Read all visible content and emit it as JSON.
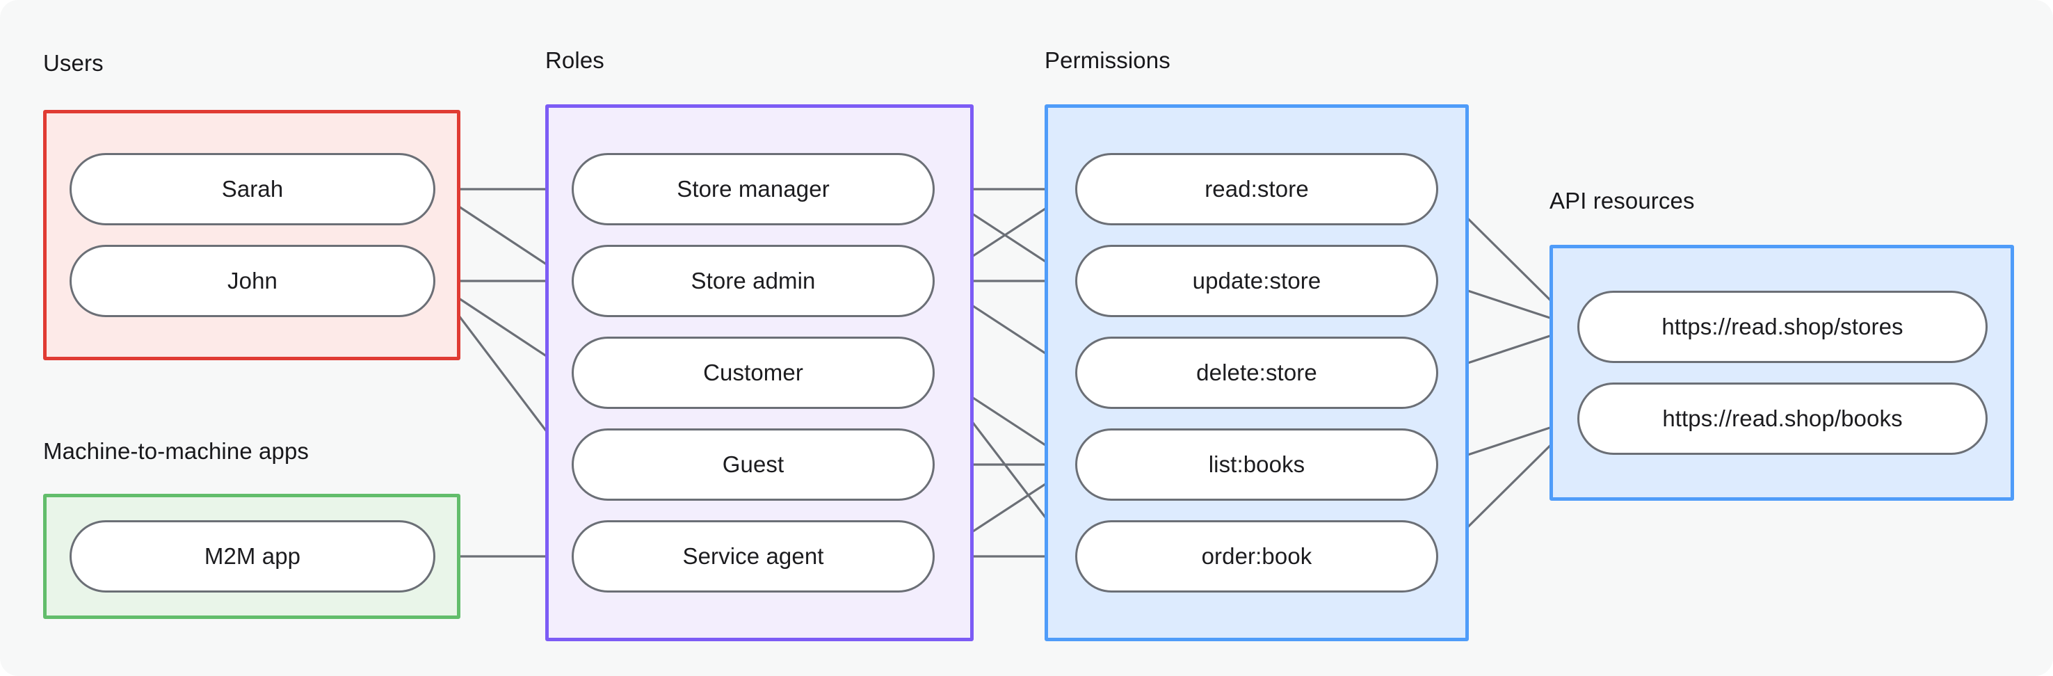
{
  "diagram": {
    "title_hidden": "",
    "background": "#f7f8f8",
    "edge_color": "#6b6f76",
    "groups": [
      {
        "id": "users",
        "label": "Users",
        "accent": "#e03b33",
        "fill": "#fdeae8",
        "nodes": [
          "Sarah",
          "John"
        ]
      },
      {
        "id": "m2m",
        "label": "Machine-to-machine apps",
        "accent": "#62bd6b",
        "fill": "#e9f5e9",
        "nodes": [
          "M2M app"
        ]
      },
      {
        "id": "roles",
        "label": "Roles",
        "accent": "#7c5cf5",
        "fill": "#f3eefd",
        "nodes": [
          "Store manager",
          "Store admin",
          "Customer",
          "Guest",
          "Service agent"
        ]
      },
      {
        "id": "permissions",
        "label": "Permissions",
        "accent": "#4f9cf9",
        "fill": "#ddebfe",
        "nodes": [
          "read:store",
          "update:store",
          "delete:store",
          "list:books",
          "order:book"
        ]
      },
      {
        "id": "api",
        "label": "API resources",
        "accent": "#4f9cf9",
        "fill": "#ddebfe",
        "nodes": [
          "https://read.shop/stores",
          "https://read.shop/books"
        ]
      }
    ],
    "edges": [
      {
        "from": "Sarah",
        "to": "Store manager"
      },
      {
        "from": "Sarah",
        "to": "Store admin"
      },
      {
        "from": "John",
        "to": "Store admin"
      },
      {
        "from": "John",
        "to": "Customer"
      },
      {
        "from": "John",
        "to": "Guest"
      },
      {
        "from": "M2M app",
        "to": "Service agent"
      },
      {
        "from": "Store manager",
        "to": "read:store"
      },
      {
        "from": "Store manager",
        "to": "update:store"
      },
      {
        "from": "Store admin",
        "to": "read:store"
      },
      {
        "from": "Store admin",
        "to": "update:store"
      },
      {
        "from": "Store admin",
        "to": "delete:store"
      },
      {
        "from": "Customer",
        "to": "list:books"
      },
      {
        "from": "Customer",
        "to": "order:book"
      },
      {
        "from": "Guest",
        "to": "list:books"
      },
      {
        "from": "Service agent",
        "to": "list:books"
      },
      {
        "from": "Service agent",
        "to": "order:book"
      },
      {
        "from": "read:store",
        "to": "https://read.shop/stores"
      },
      {
        "from": "update:store",
        "to": "https://read.shop/stores"
      },
      {
        "from": "delete:store",
        "to": "https://read.shop/stores"
      },
      {
        "from": "list:books",
        "to": "https://read.shop/books"
      },
      {
        "from": "order:book",
        "to": "https://read.shop/books"
      }
    ]
  }
}
